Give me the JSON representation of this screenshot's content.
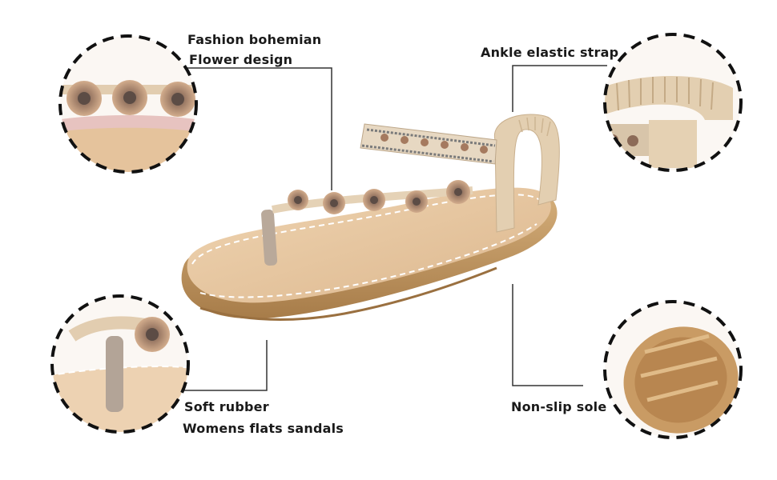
{
  "callouts": {
    "top_left": {
      "line1": "Fashion bohemian",
      "line2": "Flower design"
    },
    "top_right": {
      "line1": "Ankle elastic strap"
    },
    "bottom_left": {
      "line1": "Soft rubber",
      "line2": "Womens flats sandals"
    },
    "bottom_right": {
      "line1": "Non-slip sole"
    }
  },
  "colors": {
    "callout_line": "#333333",
    "dashed_circle": "#111111",
    "footbed": "#e9c9a2",
    "sole": "#c39a63",
    "strap": "#e6d2b5",
    "flower": "#b98a6a"
  }
}
